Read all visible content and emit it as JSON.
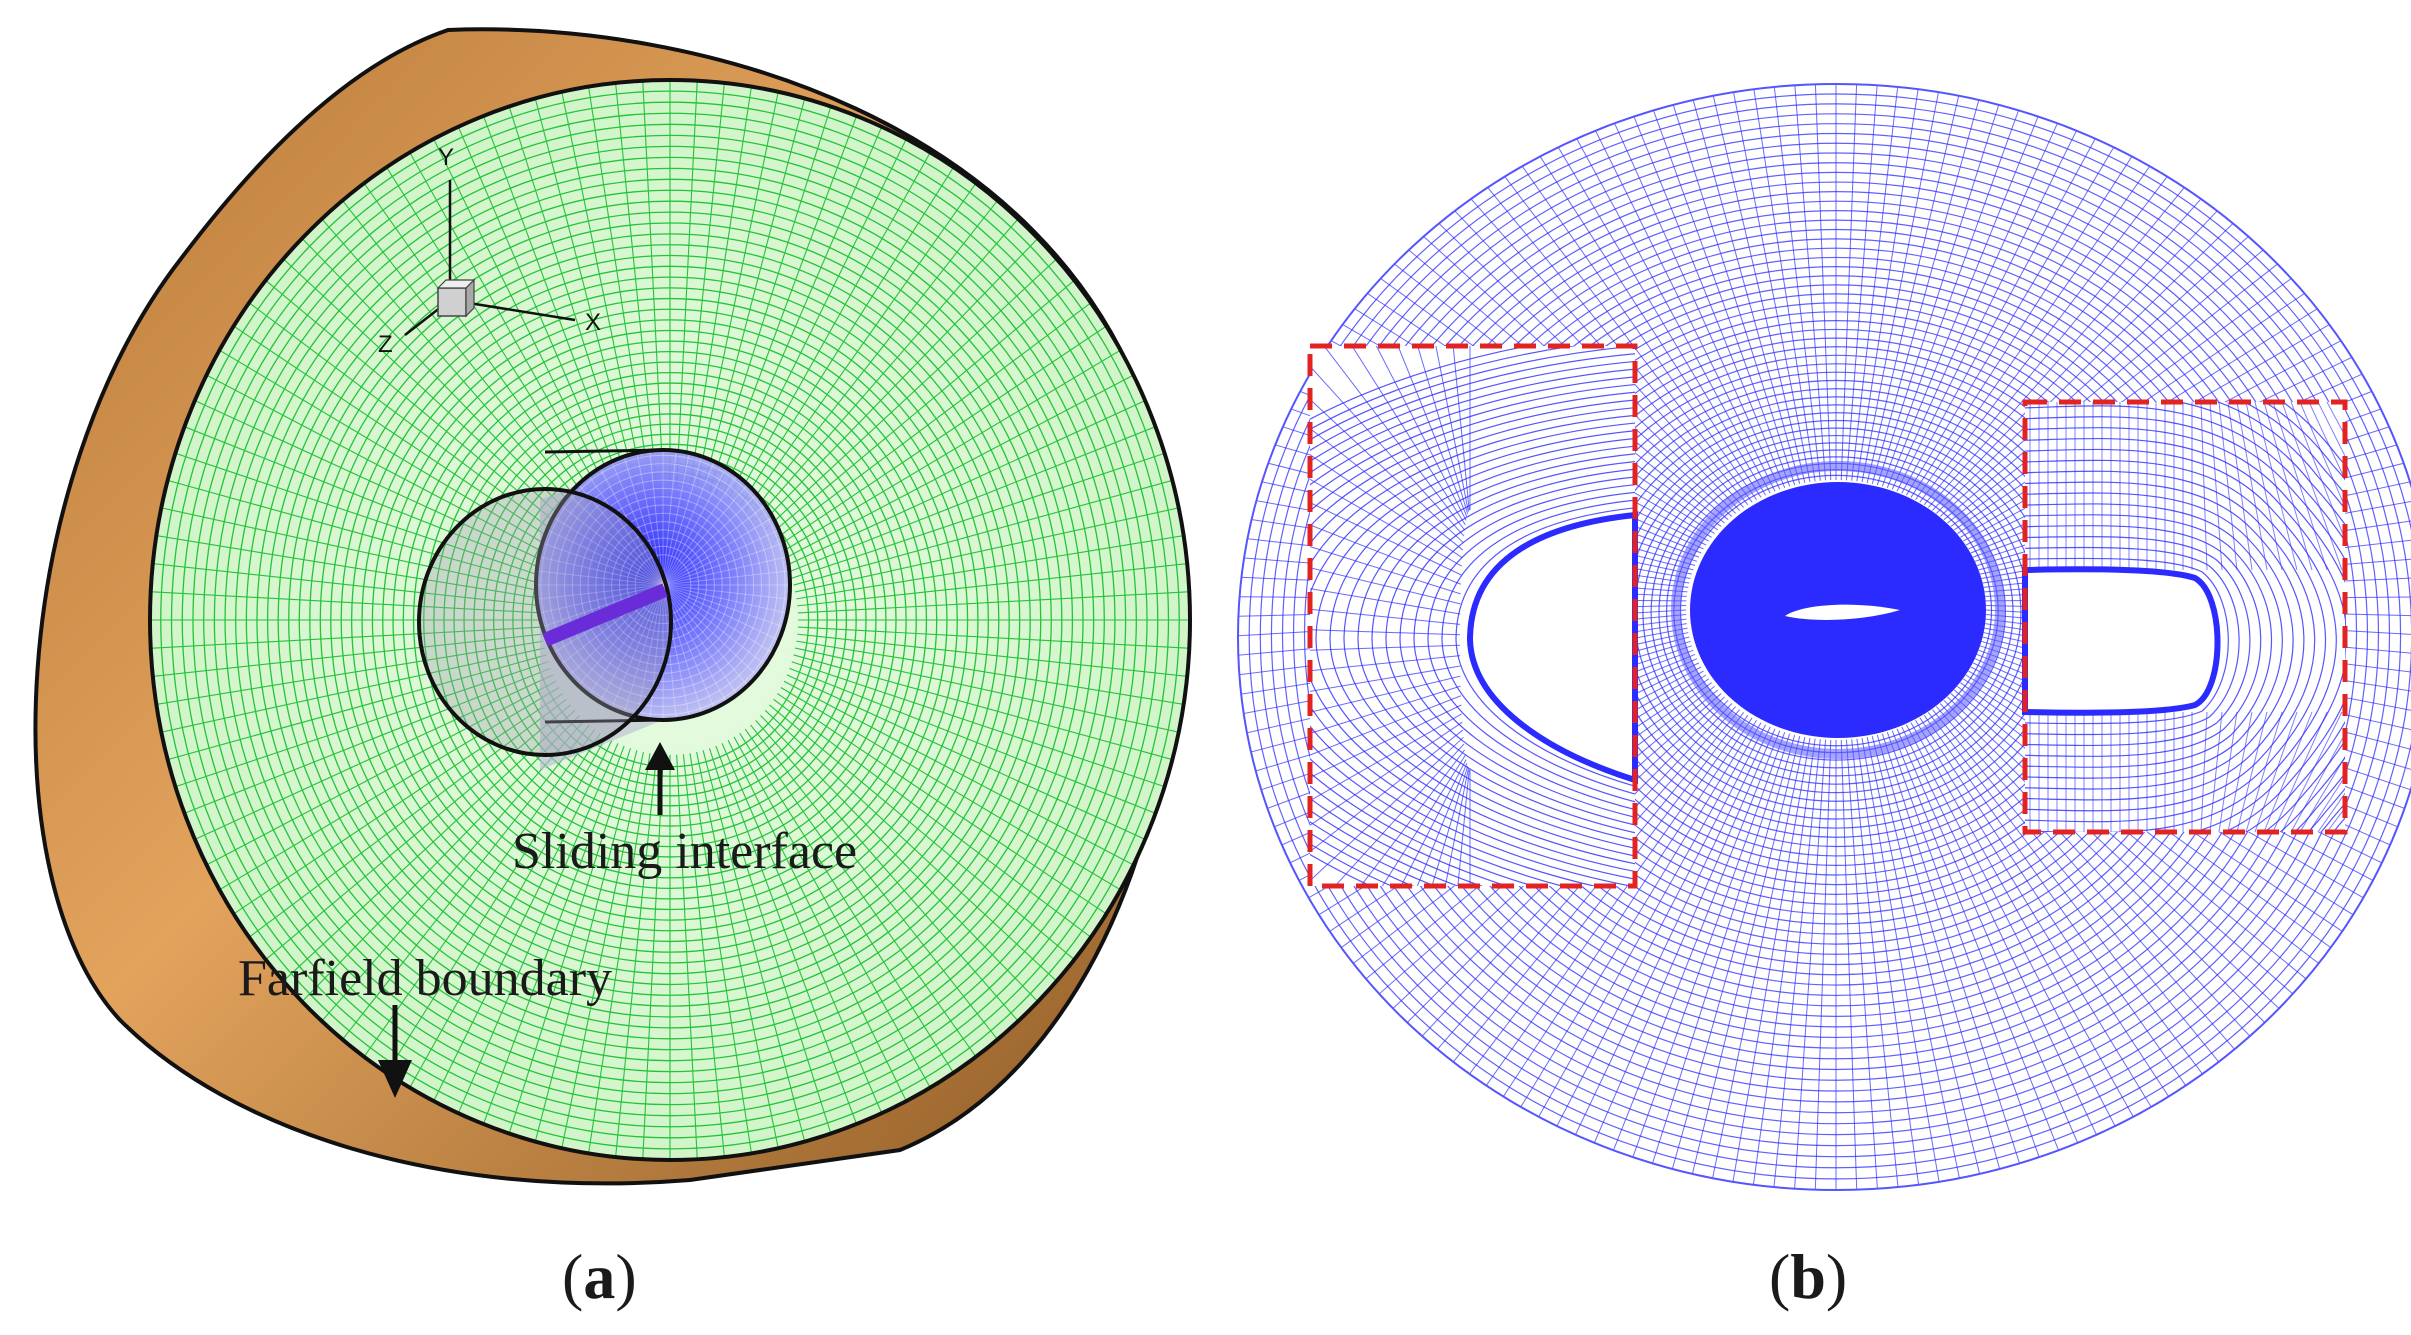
{
  "panel_a": {
    "caption_open": "(",
    "caption_letter": "a",
    "caption_close": ")",
    "axis_x": "X",
    "axis_y": "Y",
    "axis_z": "Z",
    "sliding_label": "Sliding interface",
    "farfield_label": "Farfield boundary"
  },
  "panel_b": {
    "caption_open": "(",
    "caption_letter": "b",
    "caption_close": ")"
  },
  "colors": {
    "mesh_green": "#22c43a",
    "face_green": "#d9f7d2",
    "rim_orange": "#c9853c",
    "rim_orange_dark": "#9a5f22",
    "mesh_blue": "#2b2bff",
    "zoom_box_red": "#e32222",
    "label_black": "#111111"
  }
}
